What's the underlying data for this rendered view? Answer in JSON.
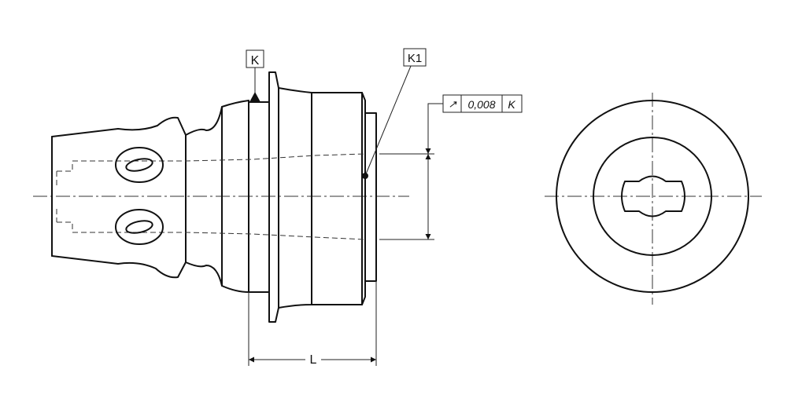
{
  "datum_feature": {
    "label": "K"
  },
  "datum_target": {
    "label": "K1"
  },
  "feature_control_frame": {
    "tolerance_symbol": "↗",
    "tolerance_value": "0,008",
    "datum_reference": "K"
  },
  "dimension": {
    "label": "L"
  }
}
